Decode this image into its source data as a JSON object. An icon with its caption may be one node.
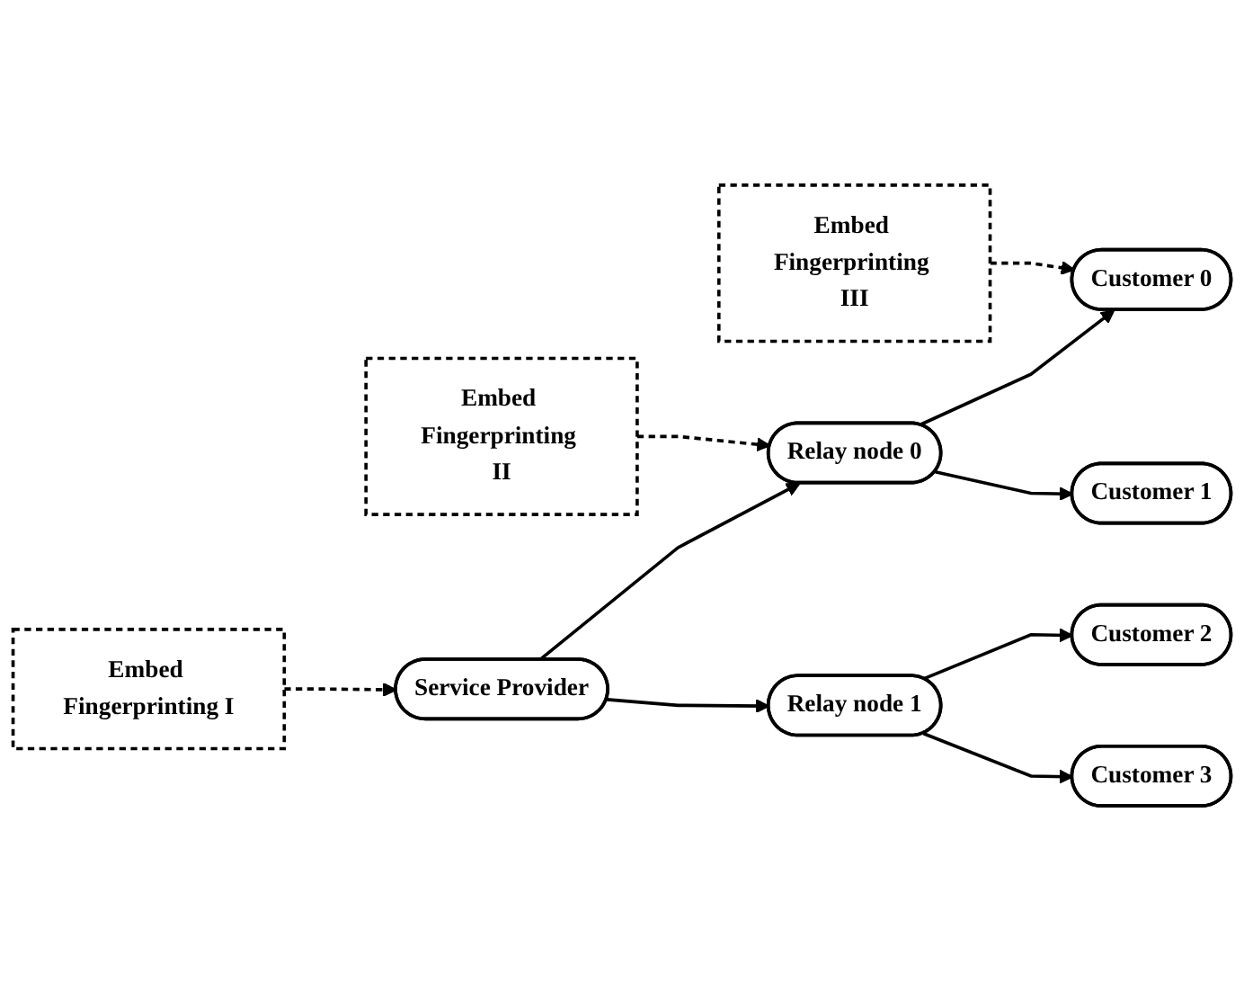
{
  "diagram": {
    "nodes": [
      {
        "text": [
          "Embed Fingerprinting I"
        ]
      },
      {
        "text": [
          "Service Provider"
        ]
      },
      {
        "text": [
          "Embed Fingerprinting II"
        ]
      },
      {
        "text": [
          "Relay node 0"
        ]
      },
      {
        "text": [
          "Embed Fingerprinting III"
        ]
      },
      {
        "text": [
          "Customer 0"
        ]
      },
      {
        "text": [
          "Customer 1"
        ]
      },
      {
        "text": [
          "Relay node 1"
        ]
      },
      {
        "text": [
          "Customer 2"
        ]
      },
      {
        "text": [
          "Customer 3"
        ]
      }
    ],
    "edges": [
      {
        "from": 0,
        "to": 1,
        "arrow": "to",
        "style": "dashed"
      },
      {
        "from": 1,
        "to": 3,
        "arrow": "to"
      },
      {
        "from": 1,
        "to": 7,
        "arrow": "to"
      },
      {
        "from": 2,
        "to": 3,
        "arrow": "to",
        "style": "dashed"
      },
      {
        "from": 3,
        "to": 5,
        "arrow": "to"
      },
      {
        "from": 3,
        "to": 6,
        "arrow": "to"
      },
      {
        "from": 4,
        "to": 5,
        "arrow": "to",
        "style": "dashed"
      },
      {
        "from": 7,
        "to": 8,
        "arrow": "to"
      },
      {
        "from": 7,
        "to": 9,
        "arrow": "to"
      }
    ]
  }
}
